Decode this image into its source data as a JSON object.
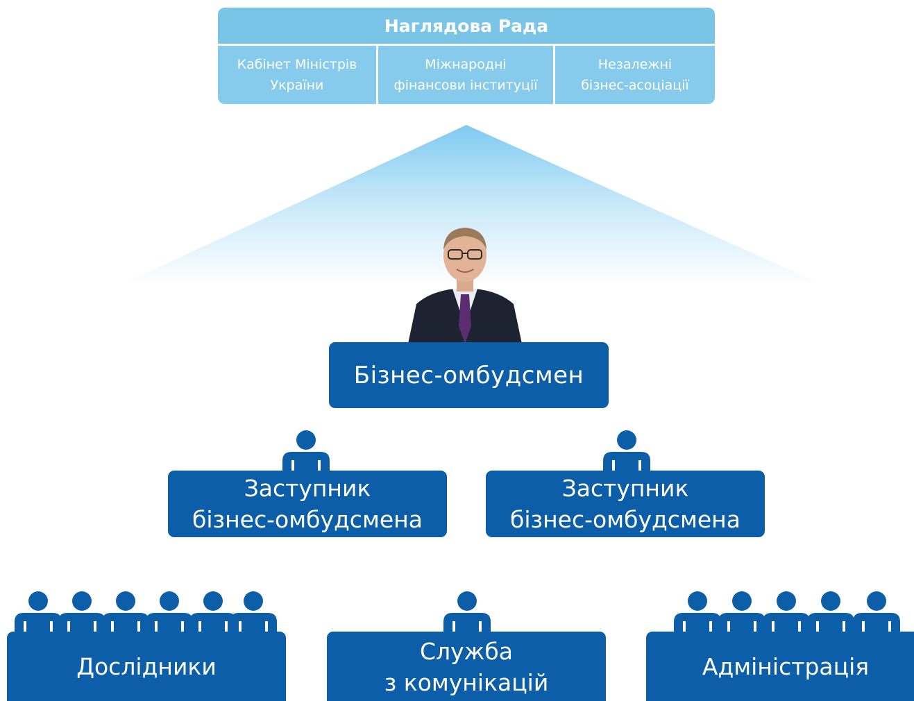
{
  "board": {
    "title": "Наглядова Рада",
    "members": [
      "Кабінет Міністрів\nУкраїни",
      "Міжнародні\nфінансови інституції",
      "Незалежні\nбізнес-асоціації"
    ]
  },
  "ombudsman": {
    "label": "Бізнес-омбудсмен"
  },
  "deputies": [
    {
      "label": "Заступник\nбізнес-омбудсмена"
    },
    {
      "label": "Заступник\nбізнес-омбудсмена"
    }
  ],
  "departments": [
    {
      "label": "Дослідники"
    },
    {
      "label": "Служба\nз комунікацій"
    },
    {
      "label": "Адміністрація"
    }
  ],
  "colors": {
    "board_light": "#86cbec",
    "box_dark": "#0d5ea8",
    "icon_dark": "#0d5ea8"
  },
  "icons": {
    "person": "person-icon",
    "portrait": "ombudsman-photo"
  }
}
